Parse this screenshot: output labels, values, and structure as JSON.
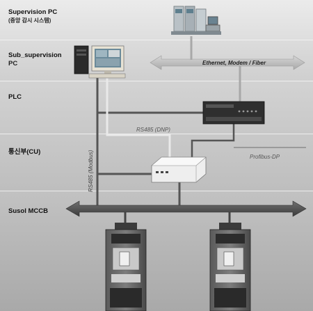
{
  "layers": [
    {
      "id": "supervision",
      "title": "Supervision PC",
      "subtitle": "(중앙 감시 시스템)"
    },
    {
      "id": "subsupervision",
      "title": "Sub_supervision",
      "subtitle": "PC"
    },
    {
      "id": "plc",
      "title": "PLC",
      "subtitle": ""
    },
    {
      "id": "cu",
      "title": "통신부(CU)",
      "subtitle": ""
    },
    {
      "id": "mccb",
      "title": "Susol MCCB",
      "subtitle": ""
    }
  ],
  "links": {
    "ethernet": "Ethernet, Modem / Fiber",
    "rs485_dnp": "RS485 (DNP)",
    "profibus": "Profibus-DP",
    "rs485_modbus": "RS485 (Modbus)"
  },
  "colors": {
    "bus_arrow": "#4f4f4f",
    "ethernet_arrow": "#b5b5b5",
    "dnp_line": "#e8e8e8",
    "modbus_line": "#555555"
  }
}
